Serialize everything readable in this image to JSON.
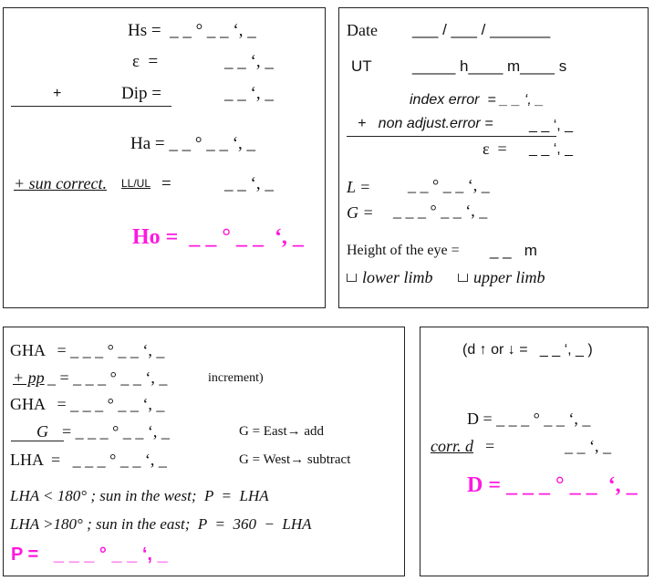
{
  "box1": {
    "hs": "Hs =  _ _ ° _ _ ‘, _",
    "eps": "ε  =",
    "eps_val": "_ _ ‘, _",
    "plus": "+",
    "dip_label": "Dip =",
    "dip_val": "_ _ ‘, _",
    "ha": "Ha = _ _ ° _ _ ‘, _",
    "sun_label": "+ sun correct.",
    "limb_abbr": "LL/UL",
    "sun_eq": "=",
    "sun_val": "_ _ ‘, _",
    "ho": "Ho =  _ _ ° _ _  ‘, _"
  },
  "box2": {
    "date": "Date",
    "date_blanks": "___ / ___ / _______",
    "ut": "UT",
    "ut_blanks": "_____ h____ m____ s",
    "index_error": "index error  = _ _ ‘, _",
    "non_adjust_label": "+   non adjust.error =",
    "non_adjust_val": "_ _ ‘, _",
    "eps": "ε  =",
    "eps_val": "_ _ ‘, _",
    "l_label": "L =",
    "l_val": "_ _ ° _ _ ‘, _",
    "g_label": "G =",
    "g_val": "_ _ _ ° _ _ ‘, _",
    "height_label": "Height of the eye =",
    "height_val": "_ _   m",
    "lower_limb": "lower limb",
    "upper_limb": "upper limb"
  },
  "box3": {
    "gha1": "GHA   = _ _ _ ° _ _ ‘, _",
    "pp_label": "+ pp",
    "pp_val": "_ = _ _ _ ° _ _ ‘, _",
    "increment": "increment)",
    "gha2": "GHA   = _ _ _ ° _ _ ‘, _",
    "g_label": "G",
    "g_val": "= _ _ _ ° _ _ ‘, _",
    "g_east": "G = East→ add",
    "lha": "LHA  =   _ _ _ ° _ _ ‘, _",
    "g_west": "G = West→ subtract",
    "rule1": "LHA < 180° ; sun in the west;  P  =  LHA",
    "rule2": "LHA >180° ; sun in the east;  P  =  360  −  LHA",
    "p": "P =   _ _ _ ° _ _ ‘, _"
  },
  "box4": {
    "d_change": "(d ↑ or ↓ =   _ _ ‘, _ )",
    "d_label": "D = _ _ _ ° _ _ ‘, _",
    "corr_label": "corr. d",
    "corr_eq": "=",
    "corr_val": "_ _ ‘, _",
    "d_final": "D = _ _ _ ° _ _  ‘, _"
  },
  "colors": {
    "highlight": "#ff18e0",
    "border": "#222222"
  }
}
